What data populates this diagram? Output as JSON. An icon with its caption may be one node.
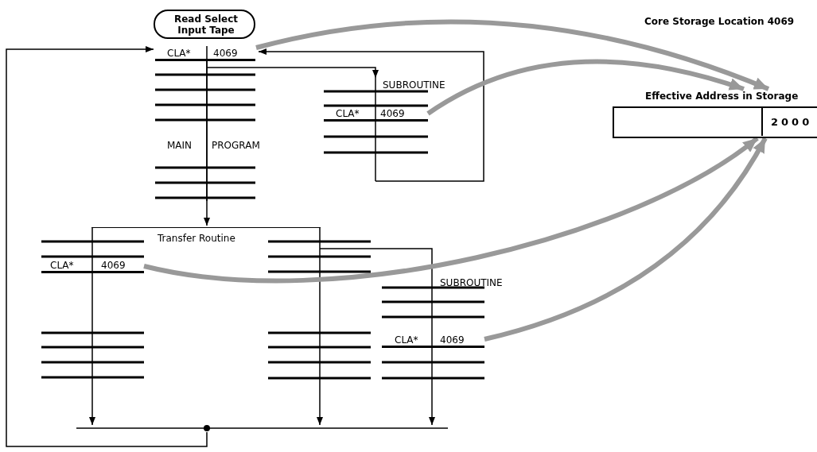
{
  "diagram": {
    "nodes": [
      {
        "text": [
          "Read Select Input Tape"
        ]
      },
      {
        "text": [
          "CLA*",
          "4069"
        ],
        "in": 2
      },
      {
        "text": [
          "MAIN",
          "PROGRAM"
        ]
      },
      {
        "text": [
          "SUBROUTINE"
        ]
      },
      {
        "text": [
          "CLA*",
          "4069"
        ],
        "in": 3
      },
      {
        "text": [
          "Transfer Routine"
        ]
      },
      {
        "text": [],
        "shape": "box"
      },
      {
        "text": [
          "CLA*",
          "4069"
        ],
        "in": 6
      },
      {
        "text": [],
        "shape": "box"
      },
      {
        "text": [
          "SUBROUTINE"
        ]
      },
      {
        "text": [
          "CLA*",
          "4069"
        ],
        "in": 9
      },
      {
        "text": [],
        "shape": "bar"
      },
      {
        "text": [
          "Effective Address in Storage",
          "2000"
        ]
      },
      {
        "text": [],
        "shape": "box"
      }
    ],
    "edges": [
      {
        "from": 1,
        "to": 5,
        "arrow": "to"
      },
      {
        "from": 2,
        "to": 3,
        "arrow": "to"
      },
      {
        "from": 3,
        "to": 1,
        "arrow": "to"
      },
      {
        "from": 5,
        "to": 6,
        "arrow": "none"
      },
      {
        "from": 6,
        "to": 11,
        "arrow": "to"
      },
      {
        "from": 5,
        "to": 8,
        "arrow": "none"
      },
      {
        "from": 8,
        "to": 13,
        "arrow": "none"
      },
      {
        "from": 13,
        "to": 11,
        "arrow": "to"
      },
      {
        "from": 8,
        "to": 9,
        "arrow": "none"
      },
      {
        "from": 9,
        "to": 11,
        "arrow": "to"
      },
      {
        "from": 11,
        "to": 1,
        "arrow": "to"
      },
      {
        "from": 1,
        "to": 12,
        "arrow": "to",
        "style": "thick",
        "color": "#999999"
      },
      {
        "from": 4,
        "to": 12,
        "arrow": "to",
        "style": "thick",
        "color": "#999999"
      },
      {
        "from": 7,
        "to": 12,
        "arrow": "to",
        "style": "thick",
        "color": "#999999"
      },
      {
        "from": 10,
        "to": 12,
        "arrow": "to",
        "style": "thick",
        "color": "#999999"
      }
    ],
    "labels": [
      "Core Storage Location 4069"
    ]
  }
}
